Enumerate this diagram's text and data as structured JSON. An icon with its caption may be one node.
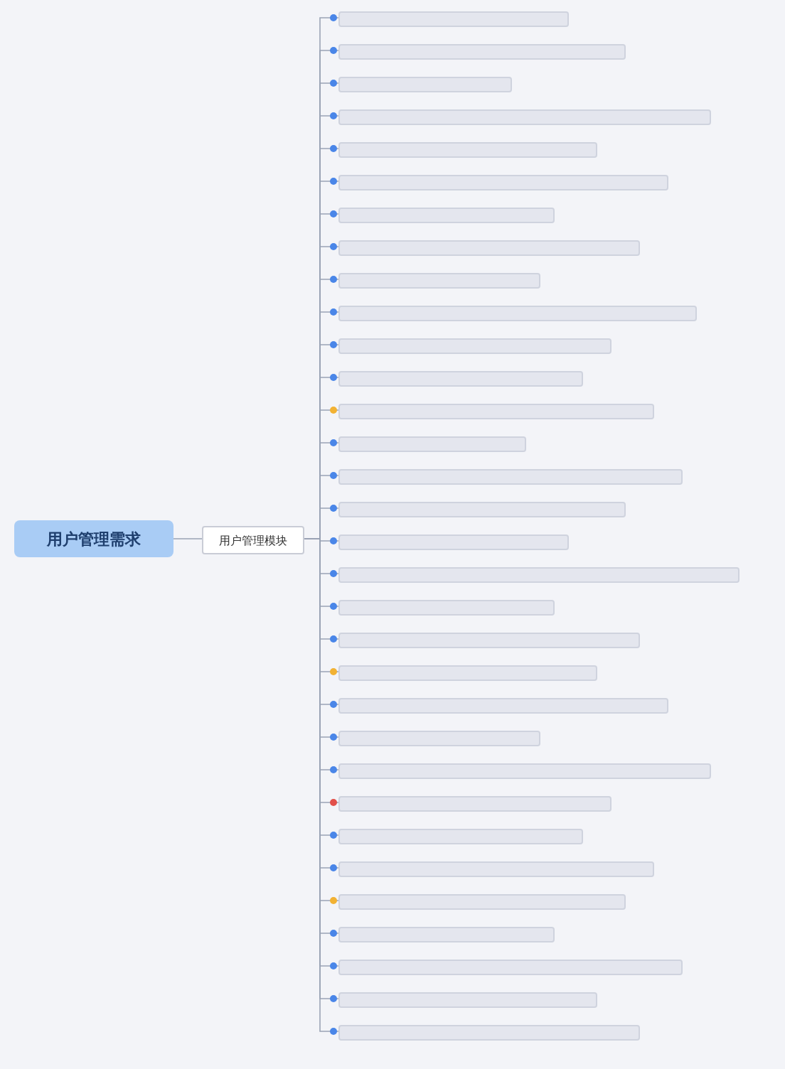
{
  "diagram": {
    "nodes": [
      {
        "text": [
          "用户管理需求"
        ]
      },
      {
        "text": [
          "用户管理模块"
        ]
      },
      {
        "text": [],
        "shape": "bar"
      },
      {
        "text": [],
        "shape": "bar"
      },
      {
        "text": [],
        "shape": "bar"
      },
      {
        "text": [],
        "shape": "bar"
      },
      {
        "text": [],
        "shape": "bar"
      },
      {
        "text": [],
        "shape": "bar"
      },
      {
        "text": [],
        "shape": "bar"
      },
      {
        "text": [],
        "shape": "bar"
      },
      {
        "text": [],
        "shape": "bar"
      },
      {
        "text": [],
        "shape": "bar"
      },
      {
        "text": [],
        "shape": "bar"
      },
      {
        "text": [],
        "shape": "bar"
      },
      {
        "text": [],
        "shape": "bar"
      },
      {
        "text": [],
        "shape": "bar"
      },
      {
        "text": [],
        "shape": "bar"
      },
      {
        "text": [],
        "shape": "bar"
      },
      {
        "text": [],
        "shape": "bar"
      },
      {
        "text": [],
        "shape": "bar"
      },
      {
        "text": [],
        "shape": "bar"
      },
      {
        "text": [],
        "shape": "bar"
      },
      {
        "text": [],
        "shape": "bar"
      },
      {
        "text": [],
        "shape": "bar"
      },
      {
        "text": [],
        "shape": "bar"
      },
      {
        "text": [],
        "shape": "bar"
      },
      {
        "text": [],
        "shape": "bar"
      },
      {
        "text": [],
        "shape": "bar"
      },
      {
        "text": [],
        "shape": "bar"
      },
      {
        "text": [],
        "shape": "bar"
      },
      {
        "text": [],
        "shape": "bar"
      },
      {
        "text": [],
        "shape": "bar"
      },
      {
        "text": [],
        "shape": "bar"
      },
      {
        "text": [],
        "shape": "bar"
      }
    ],
    "edges": [
      {
        "from": 0,
        "to": 1,
        "arrow": "none"
      },
      {
        "from": 1,
        "to": 2,
        "arrow": "none"
      },
      {
        "from": 1,
        "to": 3,
        "arrow": "none"
      },
      {
        "from": 1,
        "to": 4,
        "arrow": "none"
      },
      {
        "from": 1,
        "to": 5,
        "arrow": "none"
      },
      {
        "from": 1,
        "to": 6,
        "arrow": "none"
      },
      {
        "from": 1,
        "to": 7,
        "arrow": "none"
      },
      {
        "from": 1,
        "to": 8,
        "arrow": "none"
      },
      {
        "from": 1,
        "to": 9,
        "arrow": "none"
      },
      {
        "from": 1,
        "to": 10,
        "arrow": "none"
      },
      {
        "from": 1,
        "to": 11,
        "arrow": "none"
      },
      {
        "from": 1,
        "to": 12,
        "arrow": "none"
      },
      {
        "from": 1,
        "to": 13,
        "arrow": "none"
      },
      {
        "from": 1,
        "to": 14,
        "arrow": "none"
      },
      {
        "from": 1,
        "to": 15,
        "arrow": "none"
      },
      {
        "from": 1,
        "to": 16,
        "arrow": "none"
      },
      {
        "from": 1,
        "to": 17,
        "arrow": "none"
      },
      {
        "from": 1,
        "to": 18,
        "arrow": "none"
      },
      {
        "from": 1,
        "to": 19,
        "arrow": "none"
      },
      {
        "from": 1,
        "to": 20,
        "arrow": "none"
      },
      {
        "from": 1,
        "to": 21,
        "arrow": "none"
      },
      {
        "from": 1,
        "to": 22,
        "arrow": "none"
      },
      {
        "from": 1,
        "to": 23,
        "arrow": "none"
      },
      {
        "from": 1,
        "to": 24,
        "arrow": "none"
      },
      {
        "from": 1,
        "to": 25,
        "arrow": "none"
      },
      {
        "from": 1,
        "to": 26,
        "arrow": "none"
      },
      {
        "from": 1,
        "to": 27,
        "arrow": "none"
      },
      {
        "from": 1,
        "to": 28,
        "arrow": "none"
      },
      {
        "from": 1,
        "to": 29,
        "arrow": "none"
      },
      {
        "from": 1,
        "to": 30,
        "arrow": "none"
      },
      {
        "from": 1,
        "to": 31,
        "arrow": "none"
      },
      {
        "from": 1,
        "to": 32,
        "arrow": "none"
      },
      {
        "from": 1,
        "to": 33,
        "arrow": "none"
      }
    ]
  }
}
